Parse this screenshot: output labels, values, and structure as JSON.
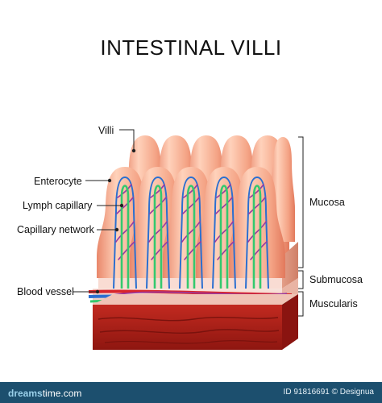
{
  "title": "INTESTINAL VILLI",
  "labels": {
    "villi": "Villi",
    "enterocyte": "Enterocyte",
    "lymph_capillary": "Lymph capillary",
    "capillary_network": "Capillary network",
    "blood_vessel": "Blood vessel"
  },
  "layers": {
    "mucosa": "Mucosa",
    "submucosa": "Submucosa",
    "muscularis": "Muscularis"
  },
  "footer": {
    "brand_left": "dreams",
    "brand_right": "time.com",
    "image_id": "ID 91816691 © Designua"
  },
  "colors": {
    "villus_tissue": "#f3a98a",
    "lymph": "#34c96e",
    "capillary_network": "#9a3aa0",
    "artery": "#d8262c",
    "vein": "#2b6fd0",
    "muscularis": "#b32019",
    "footer": "#1c4f6e"
  }
}
